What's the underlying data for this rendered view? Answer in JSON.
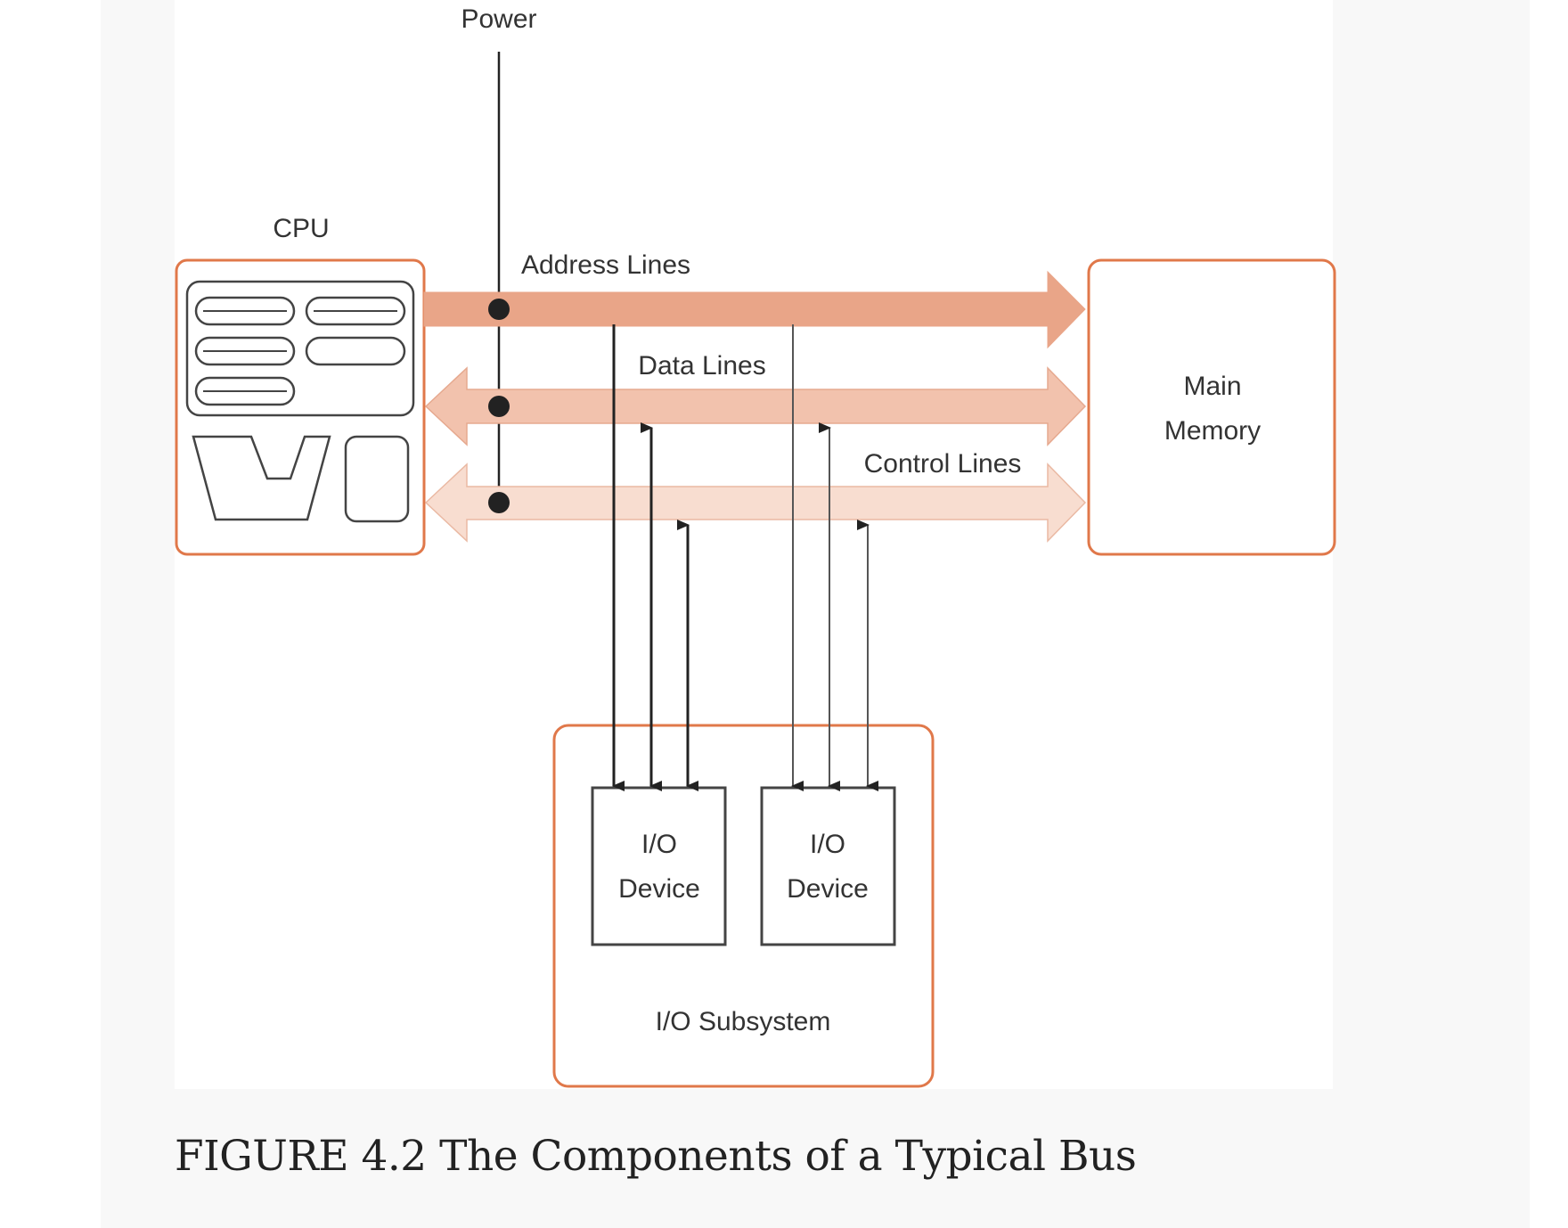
{
  "diagram": {
    "power_label": "Power",
    "cpu_label": "CPU",
    "address_lines_label": "Address Lines",
    "data_lines_label": "Data Lines",
    "control_lines_label": "Control Lines",
    "main_memory_line1": "Main",
    "main_memory_line2": "Memory",
    "io_device_1_line1": "I/O",
    "io_device_1_line2": "Device",
    "io_device_2_line1": "I/O",
    "io_device_2_line2": "Device",
    "io_subsystem_label": "I/O Subsystem"
  },
  "colors": {
    "box_border": "#e0784a",
    "address_bus": "#e9a588",
    "data_bus": "#f2c2ad",
    "control_bus": "#f8ddd0"
  },
  "caption": "FIGURE 4.2 The Components of a Typical Bus"
}
